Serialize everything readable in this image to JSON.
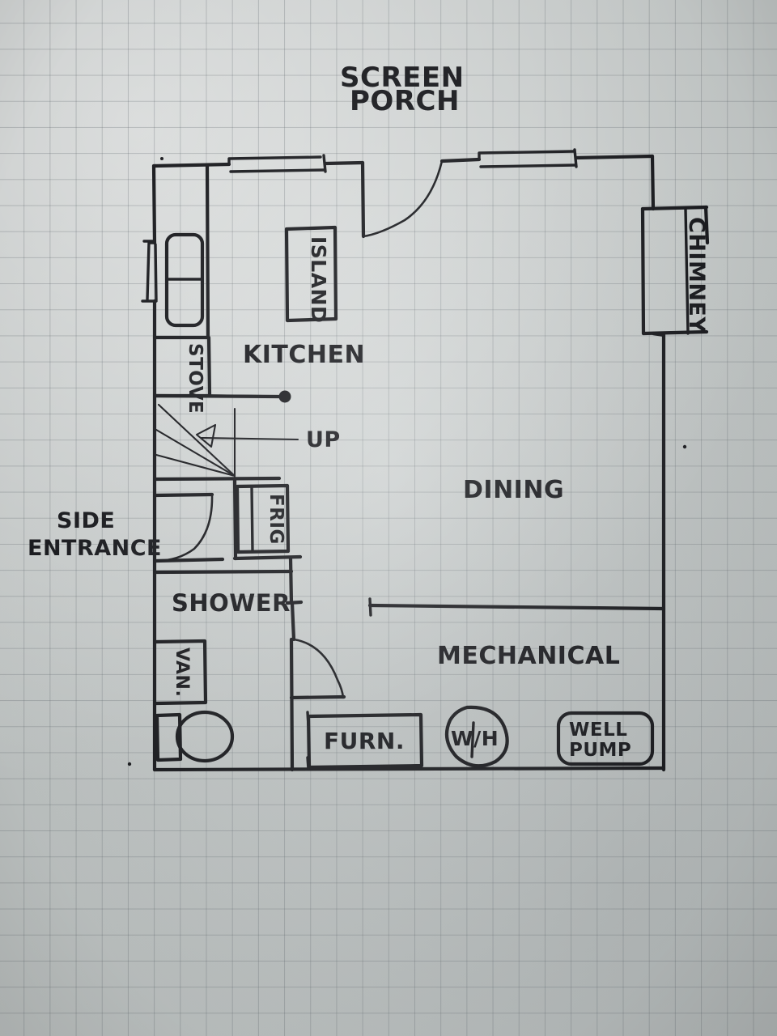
{
  "sheet": {
    "medium": "hand-drawn pen sketch on graph paper",
    "paper_color": "#c6cbca",
    "grid_color": "#60686e",
    "ink_color": "#15161a"
  },
  "title": {
    "line1": "SCREEN",
    "line2": "PORCH"
  },
  "rooms": [
    {
      "id": "kitchen",
      "label": "KITCHEN"
    },
    {
      "id": "dining",
      "label": "DINING"
    },
    {
      "id": "mechanical",
      "label": "MECHANICAL"
    },
    {
      "id": "shower",
      "label": "SHOWER"
    }
  ],
  "fixtures": [
    {
      "id": "island",
      "label": "ISLAND",
      "shape": "rect",
      "orientation": "vertical"
    },
    {
      "id": "stove",
      "label": "STOVE",
      "shape": "rect",
      "orientation": "vertical"
    },
    {
      "id": "frig",
      "label": "FRIG",
      "shape": "rect",
      "orientation": "vertical"
    },
    {
      "id": "vanity",
      "label": "VAN.",
      "shape": "rect",
      "orientation": "vertical"
    },
    {
      "id": "furnace",
      "label": "FURN.",
      "shape": "rect",
      "orientation": "horizontal"
    },
    {
      "id": "waterheater",
      "label": "W/H",
      "shape": "circle",
      "orientation": "horizontal"
    },
    {
      "id": "wellpump",
      "label_line1": "WELL",
      "label_line2": "PUMP",
      "shape": "rounded-rect",
      "orientation": "horizontal"
    },
    {
      "id": "chimney",
      "label": "CHIMNEY",
      "shape": "rect",
      "orientation": "vertical"
    },
    {
      "id": "sink",
      "label": "",
      "shape": "double-basin",
      "orientation": "vertical"
    },
    {
      "id": "toilet",
      "label": "",
      "shape": "toilet",
      "orientation": "horizontal"
    }
  ],
  "annotations": [
    {
      "id": "stairs-up",
      "label": "UP"
    },
    {
      "id": "side-entrance",
      "line1": "SIDE",
      "line2": "ENTRANCE"
    }
  ],
  "openings": [
    {
      "id": "window-top-left",
      "type": "window",
      "wall": "top"
    },
    {
      "id": "window-top-right",
      "type": "window",
      "wall": "top"
    },
    {
      "id": "window-left",
      "type": "window",
      "wall": "left"
    },
    {
      "id": "door-porch",
      "type": "door",
      "wall": "top"
    },
    {
      "id": "door-side-entrance",
      "type": "door",
      "wall": "interior"
    },
    {
      "id": "door-bath",
      "type": "door",
      "wall": "interior"
    }
  ]
}
